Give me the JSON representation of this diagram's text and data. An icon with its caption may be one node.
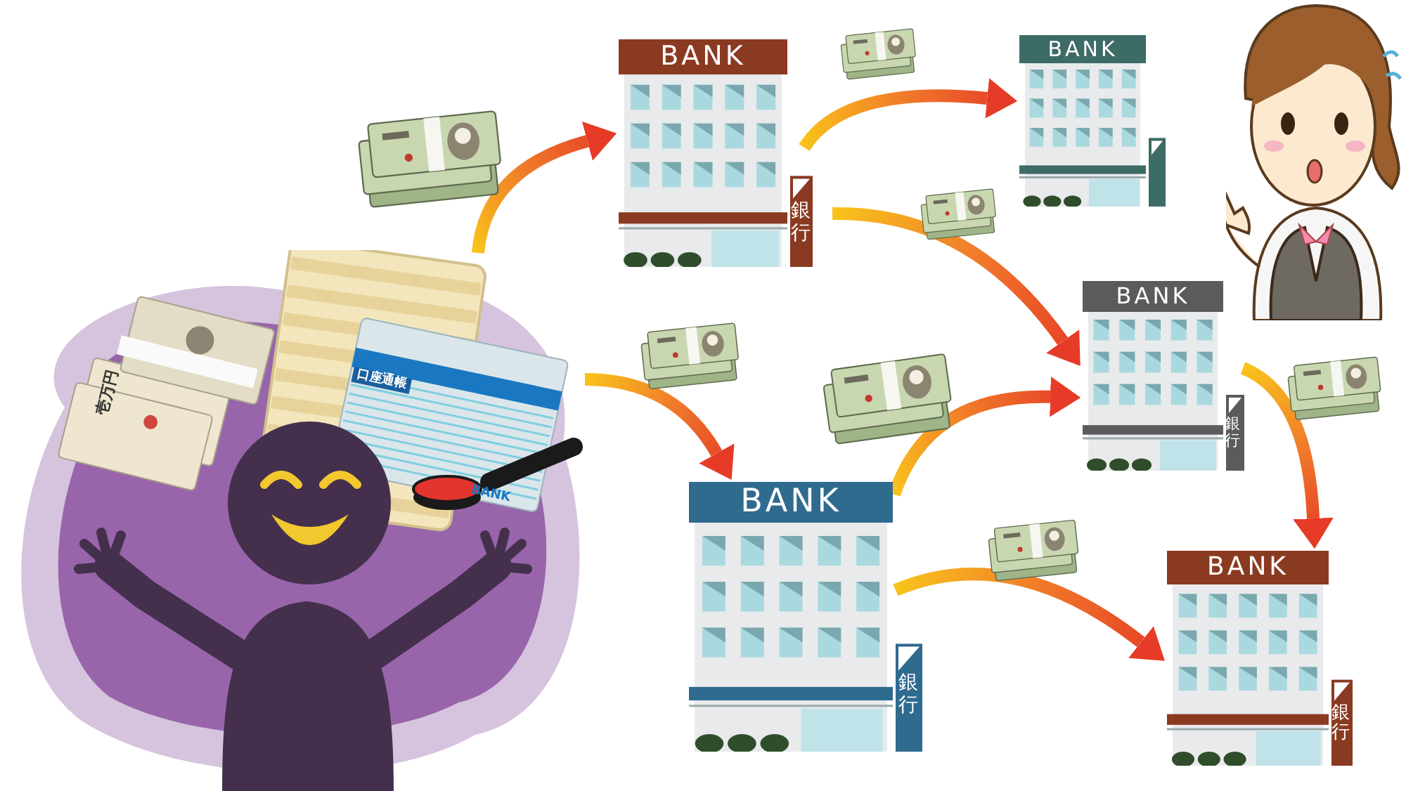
{
  "diagram": {
    "nodes": [
      {
        "text": [],
        "shape": "picture"
      },
      {
        "text": [
          "BANK",
          "銀行"
        ]
      },
      {
        "text": [
          "BANK",
          "銀行"
        ]
      },
      {
        "text": [
          "BANK"
        ]
      },
      {
        "text": [
          "BANK",
          "銀行"
        ]
      },
      {
        "text": [
          "BANK",
          "銀行"
        ]
      }
    ],
    "edges": [
      {
        "from": 0,
        "to": 1,
        "arrow": "to"
      },
      {
        "from": 0,
        "to": 2,
        "arrow": "to"
      },
      {
        "from": 1,
        "to": 3,
        "arrow": "to"
      },
      {
        "from": 1,
        "to": 4,
        "arrow": "to"
      },
      {
        "from": 2,
        "to": 4,
        "arrow": "to"
      },
      {
        "from": 2,
        "to": 5,
        "arrow": "to"
      },
      {
        "from": 4,
        "to": 5,
        "arrow": "to"
      }
    ],
    "labels": [
      "壱万円",
      "口座通帳",
      "BANK"
    ]
  }
}
